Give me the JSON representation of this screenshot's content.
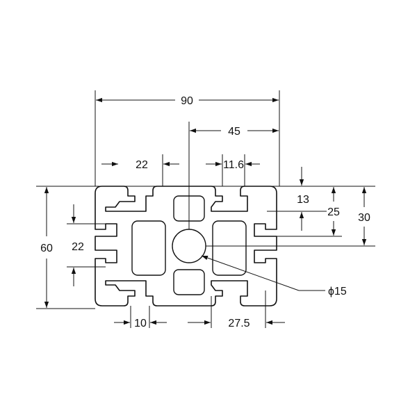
{
  "dimensions": {
    "overall_width": "90",
    "half_width": "45",
    "slot_spacing_top": "22",
    "slot_width": "11.6",
    "overall_height": "60",
    "slot_spacing_left": "22",
    "slot_depth": "13",
    "center_offset_25": "25",
    "half_height": "30",
    "center_bore": "ϕ15",
    "wall_thickness": "10",
    "slot_offset_bottom": "27.5"
  },
  "colors": {
    "line": "#111111",
    "background": "#ffffff"
  }
}
